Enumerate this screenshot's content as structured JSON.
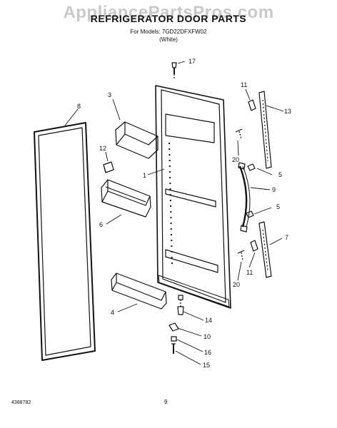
{
  "watermark": "AppliancePartsPros.com",
  "title": "REFRIGERATOR DOOR PARTS",
  "models_line": "For Models: 7GD22DFXFW02",
  "color_line": "(White)",
  "document_number": "4388782",
  "page_number": "9",
  "callouts": [
    {
      "id": "17",
      "label": "17"
    },
    {
      "id": "11-top",
      "label": "11"
    },
    {
      "id": "3",
      "label": "3"
    },
    {
      "id": "8",
      "label": "8"
    },
    {
      "id": "13",
      "label": "13"
    },
    {
      "id": "12",
      "label": "12"
    },
    {
      "id": "20-top",
      "label": "20"
    },
    {
      "id": "5-top",
      "label": "5"
    },
    {
      "id": "1",
      "label": "1"
    },
    {
      "id": "9",
      "label": "9"
    },
    {
      "id": "5-bottom",
      "label": "5"
    },
    {
      "id": "6",
      "label": "6"
    },
    {
      "id": "7",
      "label": "7"
    },
    {
      "id": "11-bottom",
      "label": "11"
    },
    {
      "id": "20-bottom",
      "label": "20"
    },
    {
      "id": "4",
      "label": "4"
    },
    {
      "id": "14",
      "label": "14"
    },
    {
      "id": "10",
      "label": "10"
    },
    {
      "id": "16",
      "label": "16"
    },
    {
      "id": "15",
      "label": "15"
    }
  ]
}
